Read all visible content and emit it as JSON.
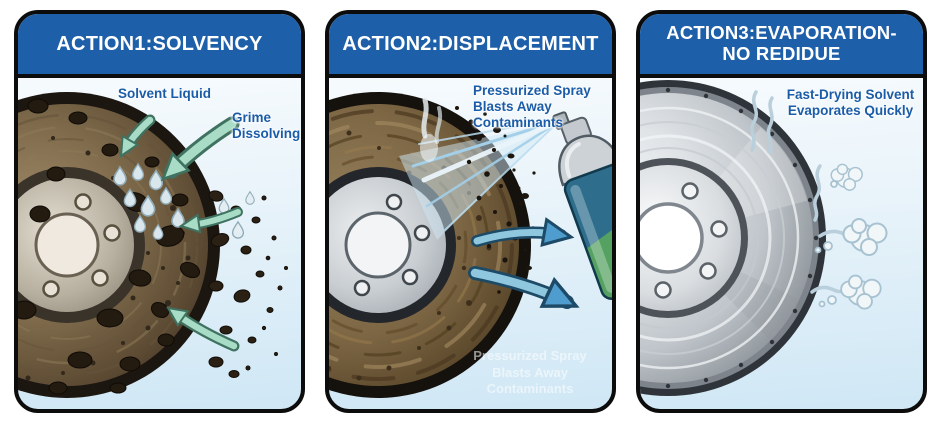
{
  "panels": [
    {
      "title_lines": [
        "ACTION1:SOLVENCY"
      ],
      "labels": [
        {
          "lines": [
            "Solvent Liquid"
          ]
        },
        {
          "lines": [
            "Grime",
            "Dissolving"
          ]
        }
      ]
    },
    {
      "title_lines": [
        "ACTION2:DISPLACEMENT"
      ],
      "labels": [
        {
          "lines": [
            "Pressurized Spray",
            "Blasts Away",
            "Contaminants"
          ]
        }
      ]
    },
    {
      "title_lines": [
        "ACTION3:EVAPORATION-",
        "NO REDIDUE"
      ],
      "labels": [
        {
          "lines": [
            "Fast-Drying Solvent",
            "Evaporates Quickly"
          ]
        }
      ]
    }
  ],
  "colors": {
    "header_background": "#1e5fa9",
    "panel_border": "#0c0c0c",
    "header_text": "#ffffff",
    "label_text": "#1b5ca8",
    "scene_top": "#fcfeff",
    "scene_bottom": "#cfe7f5",
    "solvency_arrow": "#a9dcc6",
    "solvency_arrow_outline": "#3f7260",
    "displacement_arrow": "#4f9cce",
    "displacement_arrow_outline": "#1d4a66"
  }
}
